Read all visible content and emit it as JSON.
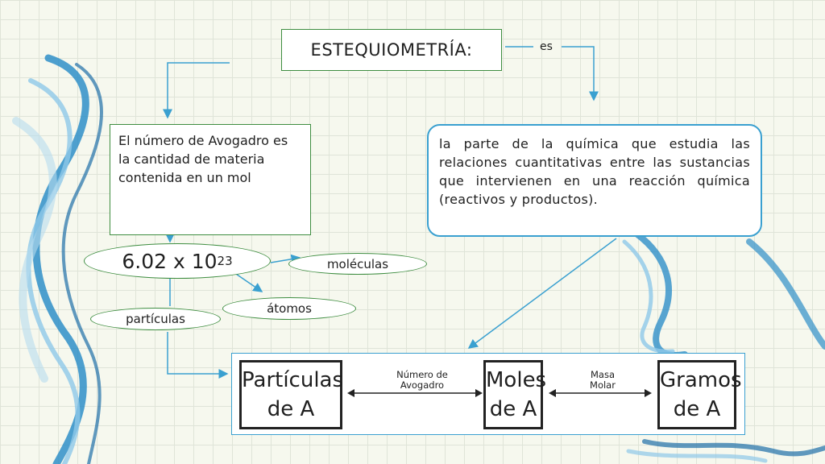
{
  "title": "ESTEQUIOMETRÍA:",
  "relation_label": "es",
  "definition": "la parte de la química que estudia las relaciones cuantitativas entre las sustancias que  intervienen en una reacción química (reactivos y productos).",
  "avogadro_text": "El número de Avogadro es la cantidad de materia contenida en un mol",
  "avogadro_number": {
    "base": "6.02 x 10",
    "exponent": "23"
  },
  "ovals": {
    "molecules": "moléculas",
    "atoms": "átomos",
    "particles": "partículas"
  },
  "conversion": {
    "box1": {
      "line1": "Partículas",
      "line2": "de A"
    },
    "arrow1": {
      "line1": "Número de",
      "line2": "Avogadro"
    },
    "box2": {
      "line1": "Moles",
      "line2": "de A"
    },
    "arrow2": {
      "line1": "Masa",
      "line2": "Molar"
    },
    "box3": {
      "line1": "Gramos",
      "line2": "de A"
    }
  }
}
